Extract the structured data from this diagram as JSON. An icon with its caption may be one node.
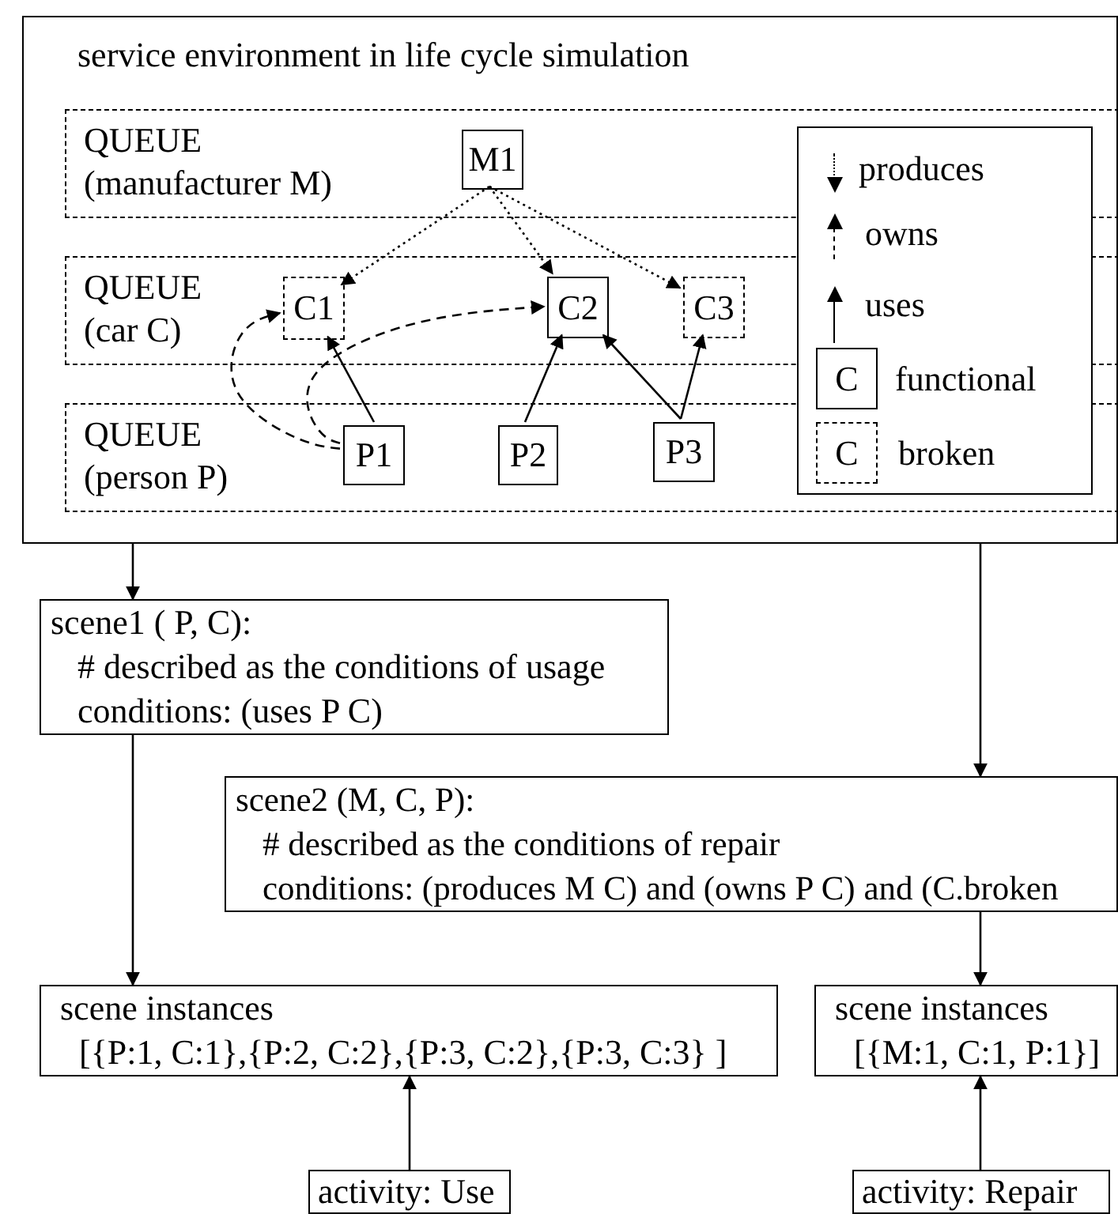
{
  "diagram": {
    "nodes": [
      {
        "text": [
          "service environment in life cycle simulation"
        ]
      },
      {
        "text": [
          "QUEUE",
          "(manufacturer M)"
        ],
        "in": 0
      },
      {
        "text": [
          "M1"
        ],
        "in": 1
      },
      {
        "text": [
          "QUEUE",
          "(car C)"
        ],
        "in": 0
      },
      {
        "text": [
          "C1"
        ],
        "in": 3
      },
      {
        "text": [
          "C2"
        ],
        "in": 3
      },
      {
        "text": [
          "C3"
        ],
        "in": 3
      },
      {
        "text": [
          "QUEUE",
          "(person P)"
        ],
        "in": 0
      },
      {
        "text": [
          "P1"
        ],
        "in": 7
      },
      {
        "text": [
          "P2"
        ],
        "in": 7
      },
      {
        "text": [
          "P3"
        ],
        "in": 7
      },
      {
        "text": [
          "scene1 ( P, C):",
          "# described as the conditions of usage",
          "conditions: (uses P C)"
        ]
      },
      {
        "text": [
          "scene2 (M, C, P):",
          "# described as the conditions of repair",
          "conditions: (produces M C) and (owns P C) and (C.broken"
        ]
      },
      {
        "text": [
          "scene instances",
          "[{P:1, C:1},{P:2, C:2},{P:3, C:2},{P:3, C:3} ]"
        ]
      },
      {
        "text": [
          "scene instances",
          "[{M:1, C:1, P:1}]"
        ]
      },
      {
        "text": [
          "activity: Use"
        ]
      },
      {
        "text": [
          "activity: Repair"
        ]
      }
    ],
    "edges": [
      {
        "from": 2,
        "to": 4,
        "arrow": "to",
        "style": "dashed"
      },
      {
        "from": 2,
        "to": 5,
        "arrow": "to",
        "style": "dashed"
      },
      {
        "from": 2,
        "to": 6,
        "arrow": "to",
        "style": "dashed"
      },
      {
        "from": 8,
        "to": 4,
        "arrow": "to",
        "style": "dashed"
      },
      {
        "from": 8,
        "to": 5,
        "arrow": "to",
        "style": "dashed"
      },
      {
        "from": 8,
        "to": 4,
        "arrow": "to"
      },
      {
        "from": 9,
        "to": 5,
        "arrow": "to"
      },
      {
        "from": 10,
        "to": 5,
        "arrow": "to"
      },
      {
        "from": 10,
        "to": 6,
        "arrow": "to"
      },
      {
        "from": 0,
        "to": 11,
        "arrow": "to"
      },
      {
        "from": 0,
        "to": 12,
        "arrow": "to"
      },
      {
        "from": 11,
        "to": 13,
        "arrow": "to"
      },
      {
        "from": 12,
        "to": 14,
        "arrow": "to"
      },
      {
        "from": 15,
        "to": 13,
        "arrow": "to"
      },
      {
        "from": 16,
        "to": 14,
        "arrow": "to"
      }
    ],
    "labels": [
      "C",
      "C"
    ],
    "legend": [
      {
        "text": "produces"
      },
      {
        "text": "owns"
      },
      {
        "text": "uses"
      },
      {
        "text": "functional"
      },
      {
        "text": "broken"
      }
    ]
  }
}
